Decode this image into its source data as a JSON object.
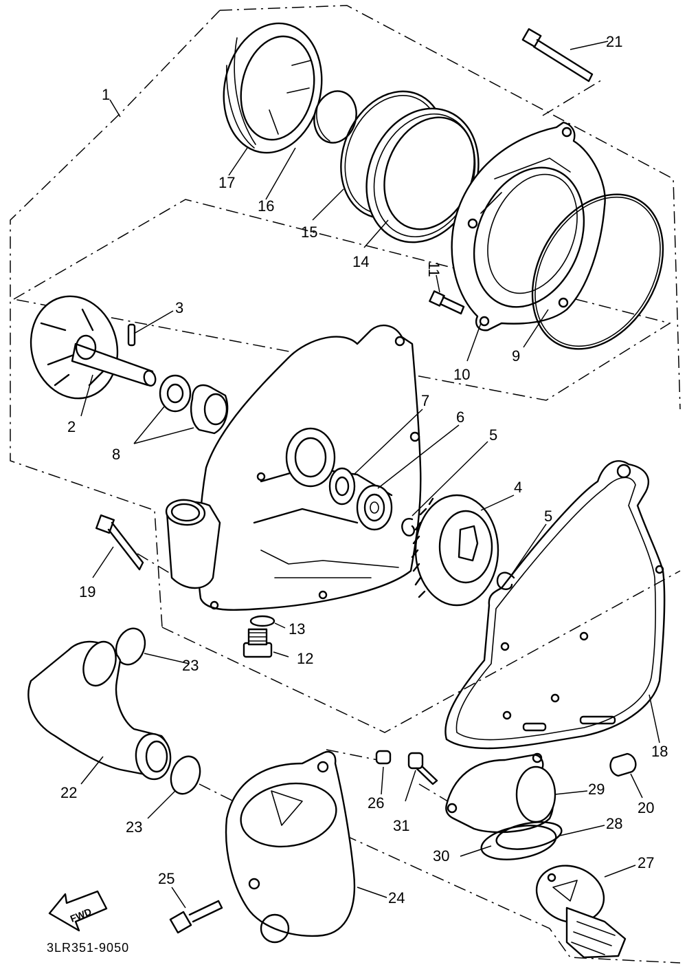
{
  "diagram": {
    "part_code": "3LR351-9050",
    "fwd_label": "FWD",
    "callouts": {
      "c1": "1",
      "c2": "2",
      "c3": "3",
      "c4": "4",
      "c5a": "5",
      "c5b": "5",
      "c6": "6",
      "c7": "7",
      "c8": "8",
      "c9": "9",
      "c10": "10",
      "c11": "11",
      "c12": "12",
      "c13": "13",
      "c14": "14",
      "c15": "15",
      "c16": "16",
      "c17": "17",
      "c18": "18",
      "c19": "19",
      "c20": "20",
      "c21": "21",
      "c22": "22",
      "c23a": "23",
      "c23b": "23",
      "c24": "24",
      "c25": "25",
      "c26": "26",
      "c27": "27",
      "c28": "28",
      "c29": "29",
      "c30": "30",
      "c31": "31"
    }
  }
}
